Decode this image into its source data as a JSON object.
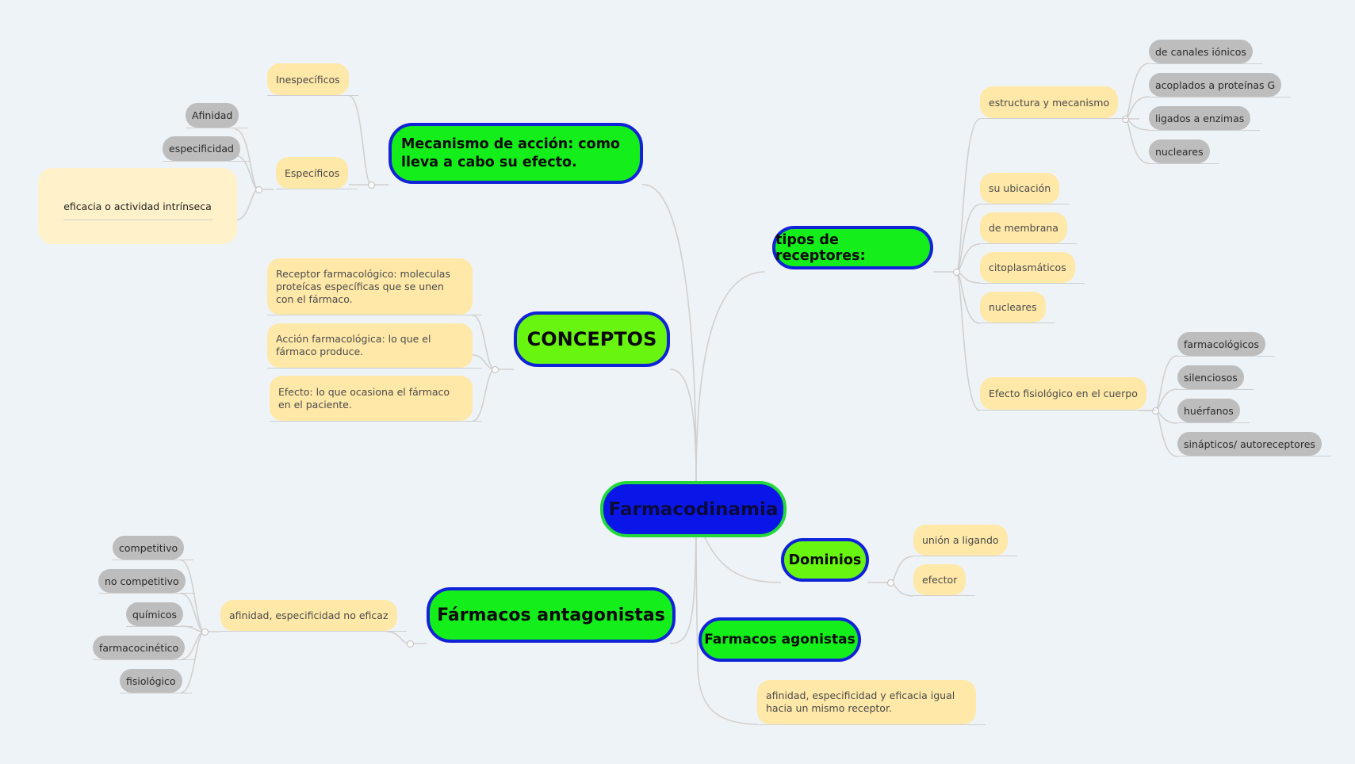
{
  "root": {
    "label": "Farmacodinamia",
    "fill": "#0a16e8",
    "border": "#22d83a"
  },
  "colors": {
    "main": "#14ee1a",
    "main_lime": "#68f50f",
    "main_border": "#1022d8",
    "sub": "#ffe8a8",
    "leaf": "#bdbdbd",
    "background": "#eef3f7"
  },
  "branches": {
    "mecanismo": {
      "label": "Mecanismo de acción: como lleva a cabo su efecto.",
      "inespecificos": "Inespecíficos",
      "especificos": "Específicos",
      "afinidad": "Afinidad",
      "especificidad": "especificidad",
      "eficacia": "eficacia o actividad intrínseca"
    },
    "conceptos": {
      "label": "CONCEPTOS",
      "receptor": "Receptor farmacológico: moleculas proteícas específicas que se unen con el fármaco.",
      "accion": "Acción farmacológica: lo que el fármaco produce.",
      "efecto": "Efecto: lo que ocasiona el fármaco en el paciente."
    },
    "antagonistas": {
      "label": "Fármacos antagonistas",
      "note": "afinidad, especificidad no eficaz",
      "competitivo": "competitivo",
      "no_competitivo": "no competitivo",
      "quimicos": "químicos",
      "farmacocinetico": "farmacocinético",
      "fisiologico": "fisiológico"
    },
    "receptores": {
      "label": "tipos de receptores:",
      "estructura": "estructura y mecanismo",
      "canales": "de canales iónicos",
      "acoplados": "acoplados a proteínas G",
      "enzimas": "ligados a enzimas",
      "nucleares_leaf": "nucleares",
      "ubicacion": "su ubicación",
      "membrana": "de membrana",
      "citoplasmaticos": "citoplasmáticos",
      "nucleares": "nucleares",
      "efecto_fisiologico": "Efecto fisiológico en el cuerpo",
      "farmacologicos": "farmacológicos",
      "silenciosos": "silenciosos",
      "huerfanos": "huérfanos",
      "sinapticos": "sinápticos/ autoreceptores"
    },
    "dominios": {
      "label": "Dominios",
      "union": "unión a ligando",
      "efector": "efector"
    },
    "agonistas": {
      "label": "Farmacos agonistas",
      "note": "afinidad, especificidad y eficacia igual hacia un mismo receptor."
    }
  }
}
